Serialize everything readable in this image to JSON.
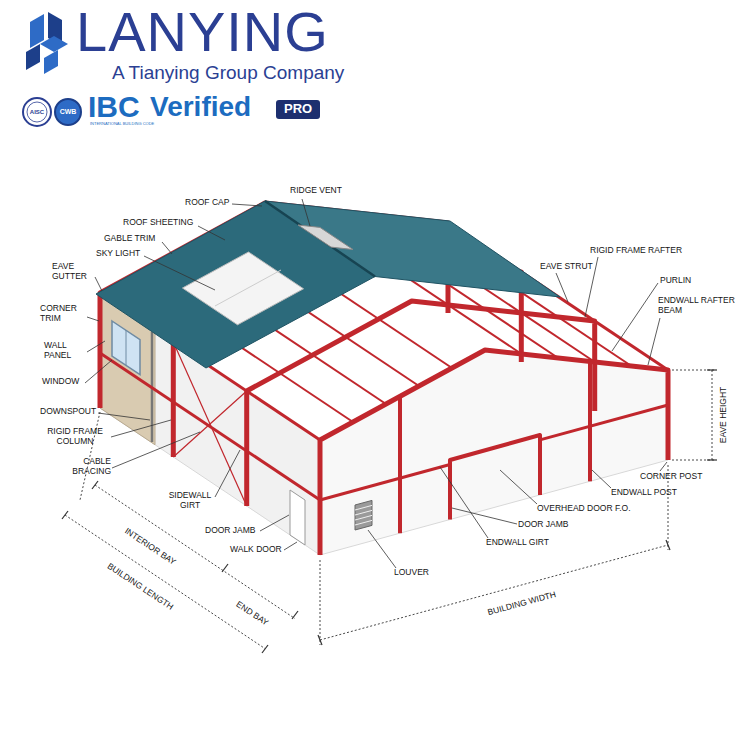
{
  "diagram": {
    "labels": [
      "LANYING",
      "A Tianying Group Company",
      "AISC",
      "CWB",
      "IBC",
      "INTERNATIONAL BUILDING CODE",
      "Verified",
      "PRO",
      "ROOF CAP",
      "RIDGE VENT",
      "ROOF SHEETING",
      "GABLE TRIM",
      "SKY LIGHT",
      "EAVE GUTTER",
      "CORNER TRIM",
      "WALL PANEL",
      "WINDOW",
      "DOWNSPOUT",
      "RIGID FRAME COLUMN",
      "CABLE BRACING",
      "SIDEWALL GIRT",
      "DOOR JAMB",
      "WALK DOOR",
      "INTERIOR BAY",
      "BUILDING LENGTH",
      "END BAY",
      "LOUVER",
      "ENDWALL GIRT",
      "DOOR JAMB",
      "OVERHEAD DOOR F.O.",
      "ENDWALL POST",
      "CORNER POST",
      "EAVE HEIGHT",
      "ENDWALL RAFTER BEAM",
      "PURLIN",
      "RIGID FRAME RAFTER",
      "EAVE STRUT",
      "BUILDING WIDTH"
    ]
  }
}
